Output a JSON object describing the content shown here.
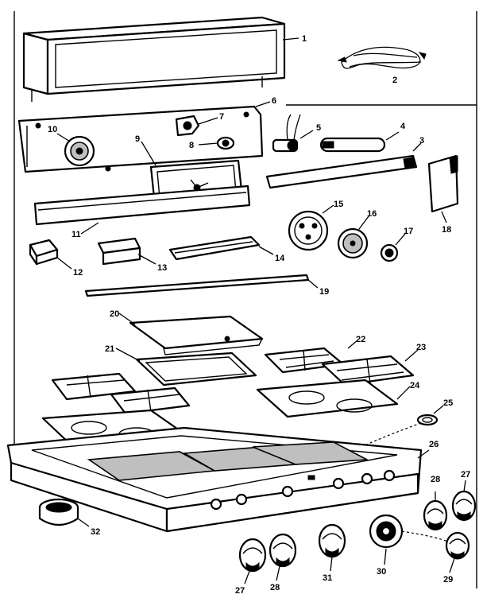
{
  "callouts": [
    "1",
    "2",
    "3",
    "4",
    "5",
    "6",
    "7",
    "8",
    "9",
    "10",
    "11",
    "12",
    "13",
    "14",
    "15",
    "16",
    "17",
    "18",
    "19",
    "20",
    "21",
    "22",
    "23",
    "24",
    "25",
    "26",
    "27",
    "28",
    "29",
    "30",
    "31",
    "32",
    "27",
    "28"
  ]
}
